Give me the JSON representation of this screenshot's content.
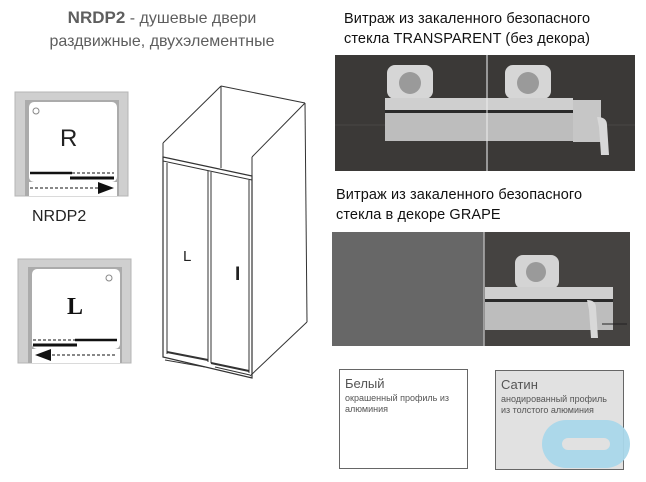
{
  "title": {
    "model": "NRDP2",
    "line1_suffix": " - душевые двери",
    "line2": "раздвижные,  двухэлементные"
  },
  "diagrams": {
    "right_frame": {
      "letter": "R",
      "caption": "NRDP2",
      "arrow_direction": "right"
    },
    "left_frame": {
      "letter": "L",
      "arrow_direction": "left"
    },
    "iso_view": {
      "left_label": "L",
      "right_label": "I"
    }
  },
  "glass_options": [
    {
      "heading_line1": "Витраж из закаленного безопасного",
      "heading_line2": "стекла TRANSPARENT (без декора)"
    },
    {
      "heading_line1": "Витраж из закаленного безопасного",
      "heading_line2": "стекла в декоре GRAPE"
    }
  ],
  "profile_options": [
    {
      "name": "Белый",
      "description": "окрашенный профиль из алюминия",
      "bg_color": "#ffffff"
    },
    {
      "name": "Сатин",
      "description": "анодированный профиль из толстого алюминия",
      "bg_color": "#e1e1e1"
    }
  ],
  "colors": {
    "watermark": "#a9d7ea",
    "frame_gray": "#c8c8c8",
    "dark_tile": "#3a3837"
  }
}
